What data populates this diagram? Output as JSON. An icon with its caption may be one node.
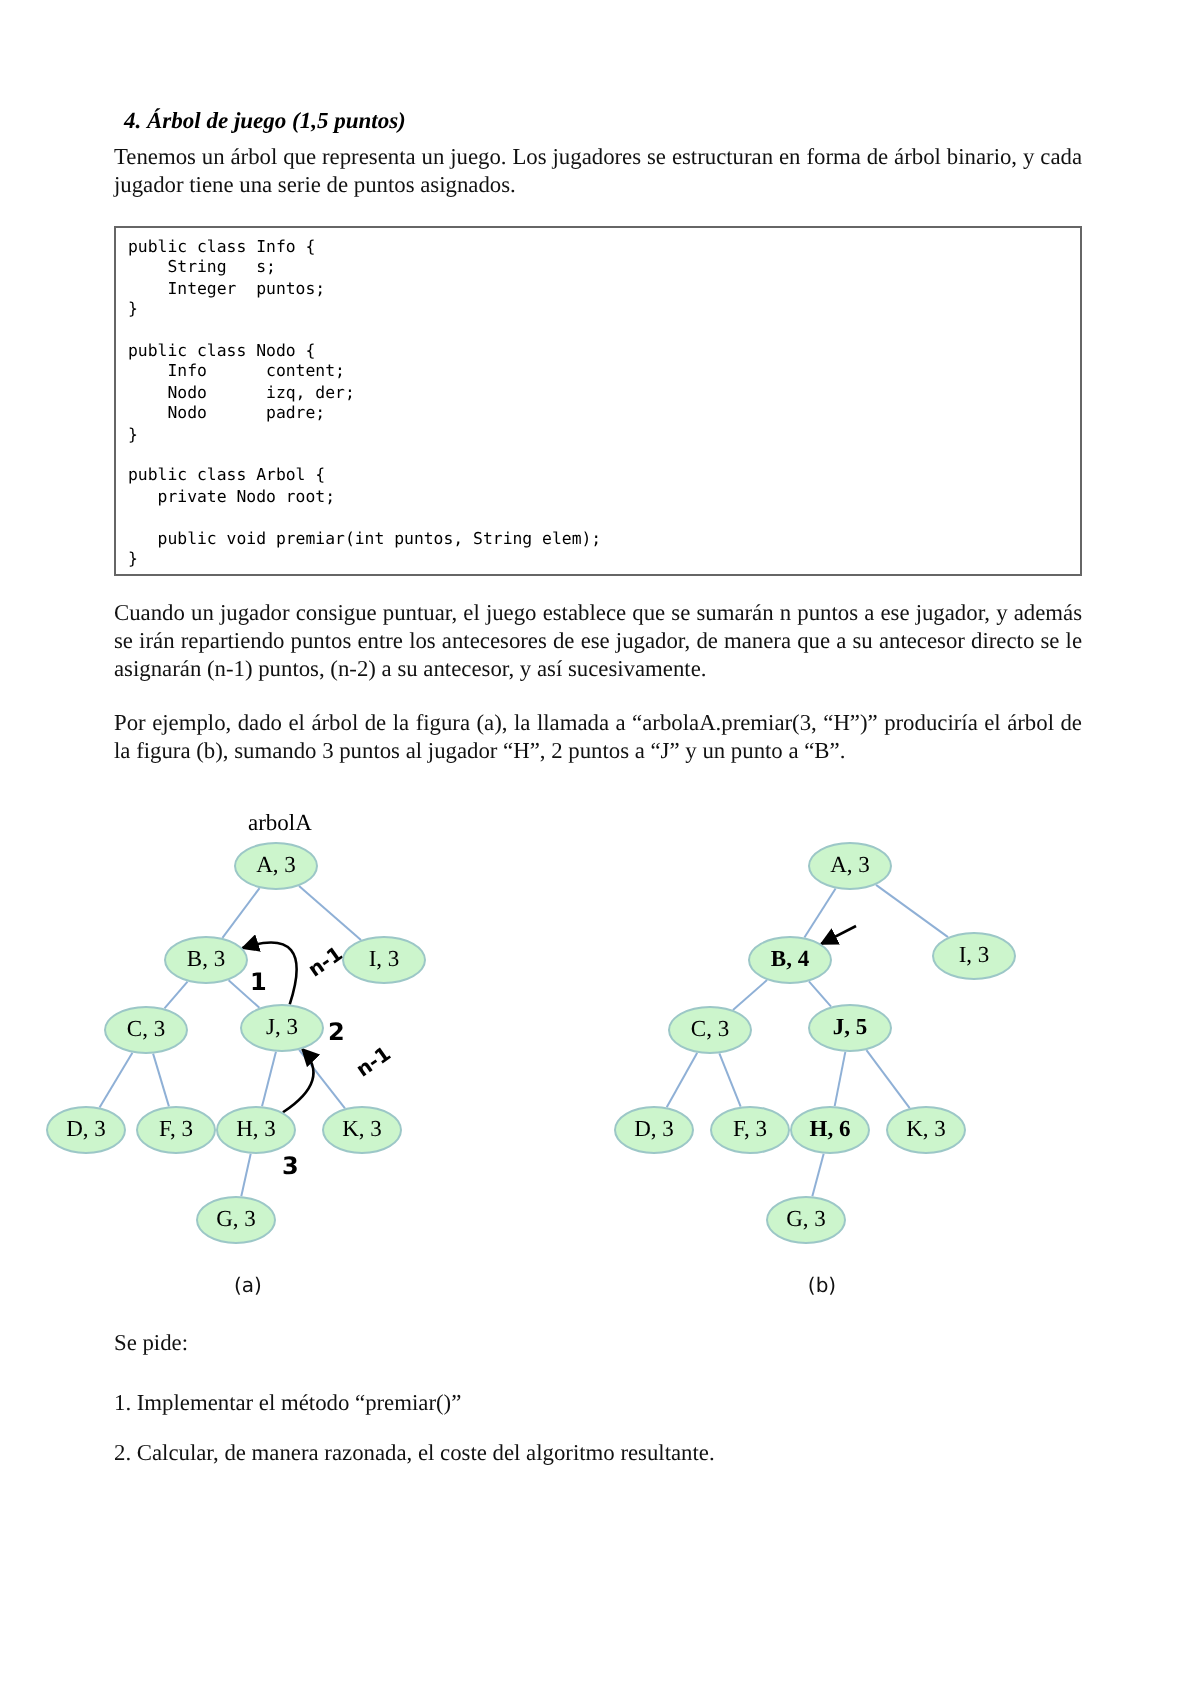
{
  "diagram": {
    "title": "4. Árbol de juego (1,5 puntos)",
    "nodes": [
      {
        "text": [
          "public class Info {",
          "    String   s;",
          "    Integer  puntos;",
          "}",
          "public class Nodo {",
          "    Info      content;",
          "    Nodo      izq, der;",
          "    Nodo      padre;",
          "}",
          "public class Arbol {",
          "   private Nodo root;",
          "   public void premiar(int puntos, String elem);",
          "}"
        ]
      },
      {
        "text": [
          "A, 3"
        ],
        "beside": [
          "arbolA"
        ]
      },
      {
        "text": [
          "B, 3"
        ],
        "beside": [
          "1"
        ]
      },
      {
        "text": [
          "I, 3"
        ]
      },
      {
        "text": [
          "C, 3"
        ]
      },
      {
        "text": [
          "J, 3"
        ],
        "beside": [
          "2"
        ]
      },
      {
        "text": [
          "D, 3"
        ]
      },
      {
        "text": [
          "F, 3"
        ]
      },
      {
        "text": [
          "H, 3"
        ],
        "beside": [
          "3"
        ]
      },
      {
        "text": [
          "K, 3"
        ]
      },
      {
        "text": [
          "G, 3"
        ]
      },
      {
        "text": [
          "A, 3"
        ]
      },
      {
        "text": [
          "B, 4"
        ]
      },
      {
        "text": [
          "I, 3"
        ]
      },
      {
        "text": [
          "C, 3"
        ]
      },
      {
        "text": [
          "J, 5"
        ]
      },
      {
        "text": [
          "D, 3"
        ]
      },
      {
        "text": [
          "F, 3"
        ]
      },
      {
        "text": [
          "H, 6"
        ]
      },
      {
        "text": [
          "K, 3"
        ]
      },
      {
        "text": [
          "G, 3"
        ]
      }
    ],
    "edges": [
      {
        "from": 1,
        "to": 2,
        "arrow": "none"
      },
      {
        "from": 1,
        "to": 3,
        "arrow": "none"
      },
      {
        "from": 2,
        "to": 4,
        "arrow": "none"
      },
      {
        "from": 2,
        "to": 5,
        "arrow": "none"
      },
      {
        "from": 4,
        "to": 6,
        "arrow": "none"
      },
      {
        "from": 4,
        "to": 7,
        "arrow": "none"
      },
      {
        "from": 5,
        "to": 8,
        "arrow": "none"
      },
      {
        "from": 5,
        "to": 9,
        "arrow": "none"
      },
      {
        "from": 8,
        "to": 10,
        "arrow": "none"
      },
      {
        "from": 5,
        "to": 2,
        "arrow": "to",
        "label": "n-1",
        "color": "#000000"
      },
      {
        "from": 8,
        "to": 5,
        "arrow": "to",
        "label": "n-1",
        "color": "#000000"
      },
      {
        "from": 11,
        "to": 12,
        "arrow": "none"
      },
      {
        "from": 11,
        "to": 13,
        "arrow": "none"
      },
      {
        "from": 12,
        "to": 14,
        "arrow": "none"
      },
      {
        "from": 12,
        "to": 15,
        "arrow": "none"
      },
      {
        "from": 14,
        "to": 16,
        "arrow": "none"
      },
      {
        "from": 14,
        "to": 17,
        "arrow": "none"
      },
      {
        "from": 15,
        "to": 18,
        "arrow": "none"
      },
      {
        "from": 15,
        "to": 19,
        "arrow": "none"
      },
      {
        "from": 18,
        "to": 20,
        "arrow": "none"
      },
      {
        "from": null,
        "to": 12,
        "arrow": "to",
        "color": "#000000"
      }
    ],
    "labels": [
      "Tenemos un árbol que representa un juego. Los jugadores se estructuran en forma de árbol binario, y cada jugador tiene una serie de puntos asignados.",
      "Cuando un jugador consigue puntuar, el juego establece que se sumarán n puntos a ese jugador, y además se irán repartiendo puntos entre los antecesores de ese jugador, de manera que a su antecesor directo se le asignarán (n-1) puntos, (n-2) a su antecesor, y así sucesivamente.",
      "Por ejemplo, dado el árbol de la figura (a), la llamada a “arbolaA.premiar(3, “H”)” produciría el árbol de la figura (b), sumando 3 puntos al jugador “H”, 2 puntos a “J” y un punto a “B”.",
      "(a)",
      "(b)",
      "Se pide:",
      "1. Implementar el método “premiar()”",
      "2. Calcular, de manera razonada, el coste del algoritmo resultante."
    ]
  }
}
